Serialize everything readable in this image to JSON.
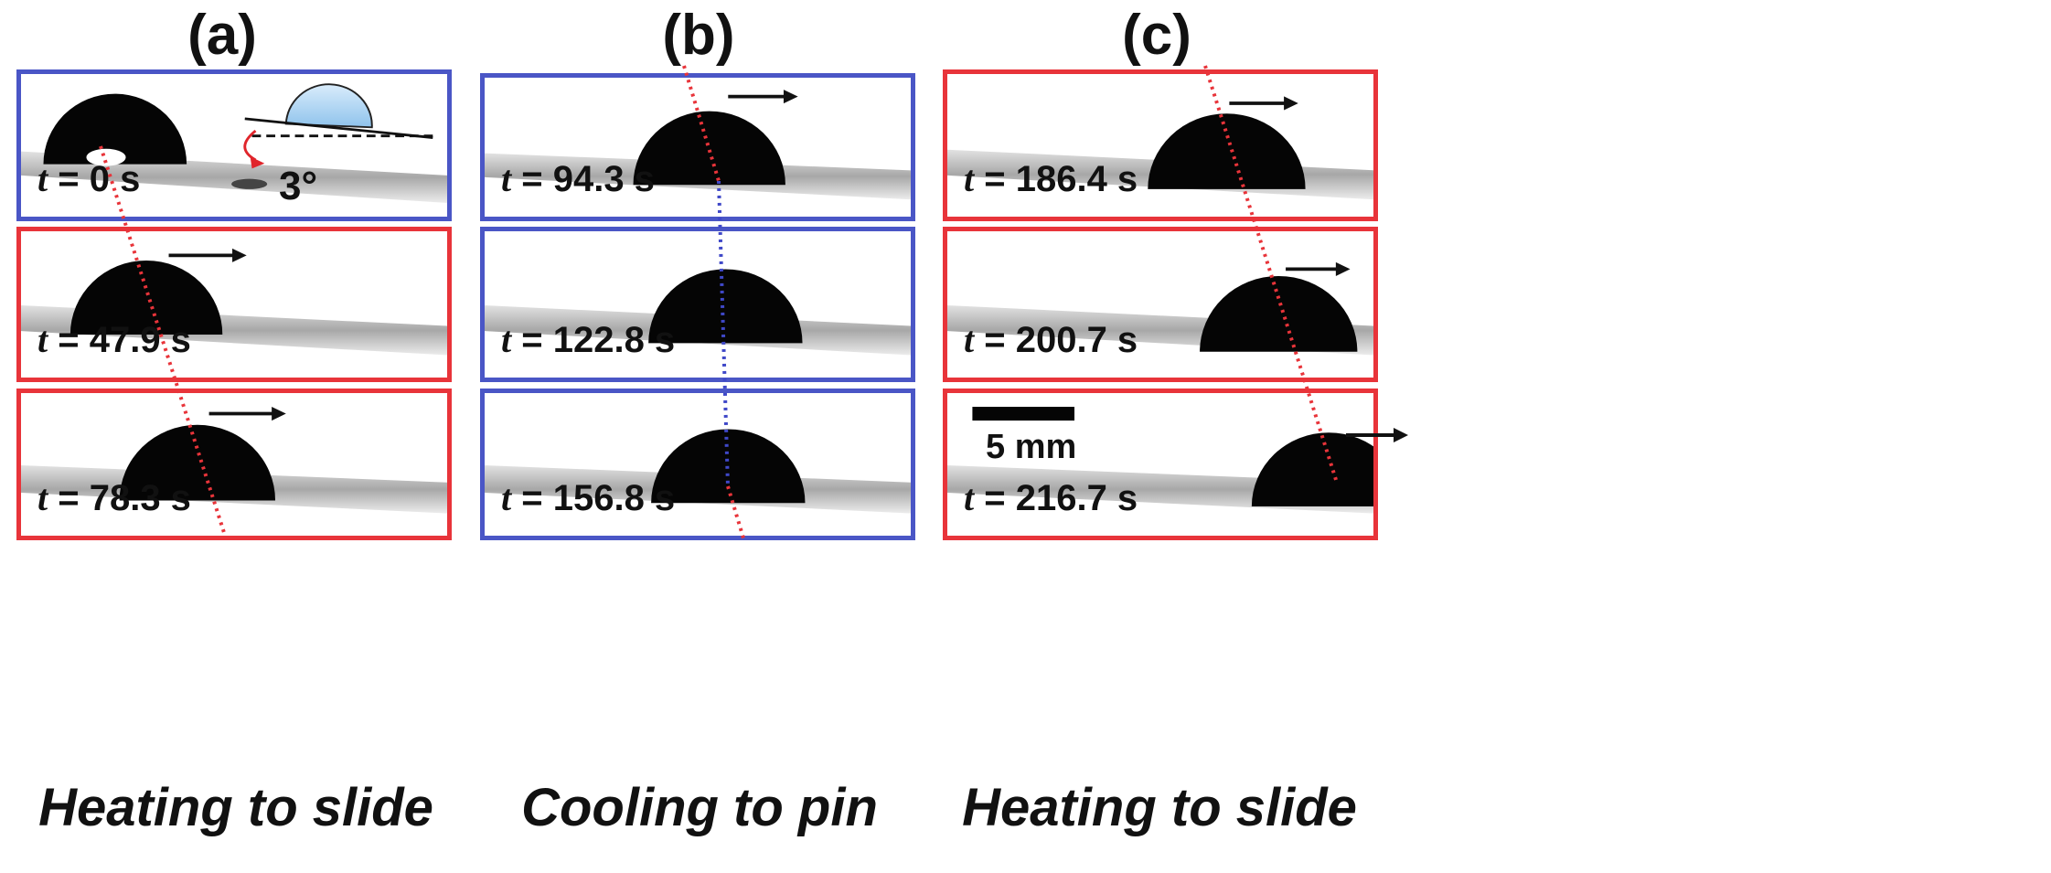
{
  "panels": [
    {
      "label": "(a)",
      "caption": "Heating to slide",
      "times": [
        "0 s",
        "47.9 s",
        "78.3 s"
      ]
    },
    {
      "label": "(b)",
      "caption": "Cooling to pin",
      "times": [
        "94.3 s",
        "122.8 s",
        "156.8 s"
      ]
    },
    {
      "label": "(c)",
      "caption": "Heating to slide",
      "times": [
        "186.4 s",
        "200.7 s",
        "216.7 s"
      ]
    }
  ],
  "time_symbol": "t",
  "time_sep": " = ",
  "inset": {
    "angle_label": "3°"
  },
  "scale_bar": {
    "label": "5 mm"
  },
  "colors": {
    "heating_frame": "#e8343a",
    "cooling_frame": "#4a56c6",
    "heating_guide": "#e8343a",
    "cooling_guide": "#3f48c8"
  }
}
